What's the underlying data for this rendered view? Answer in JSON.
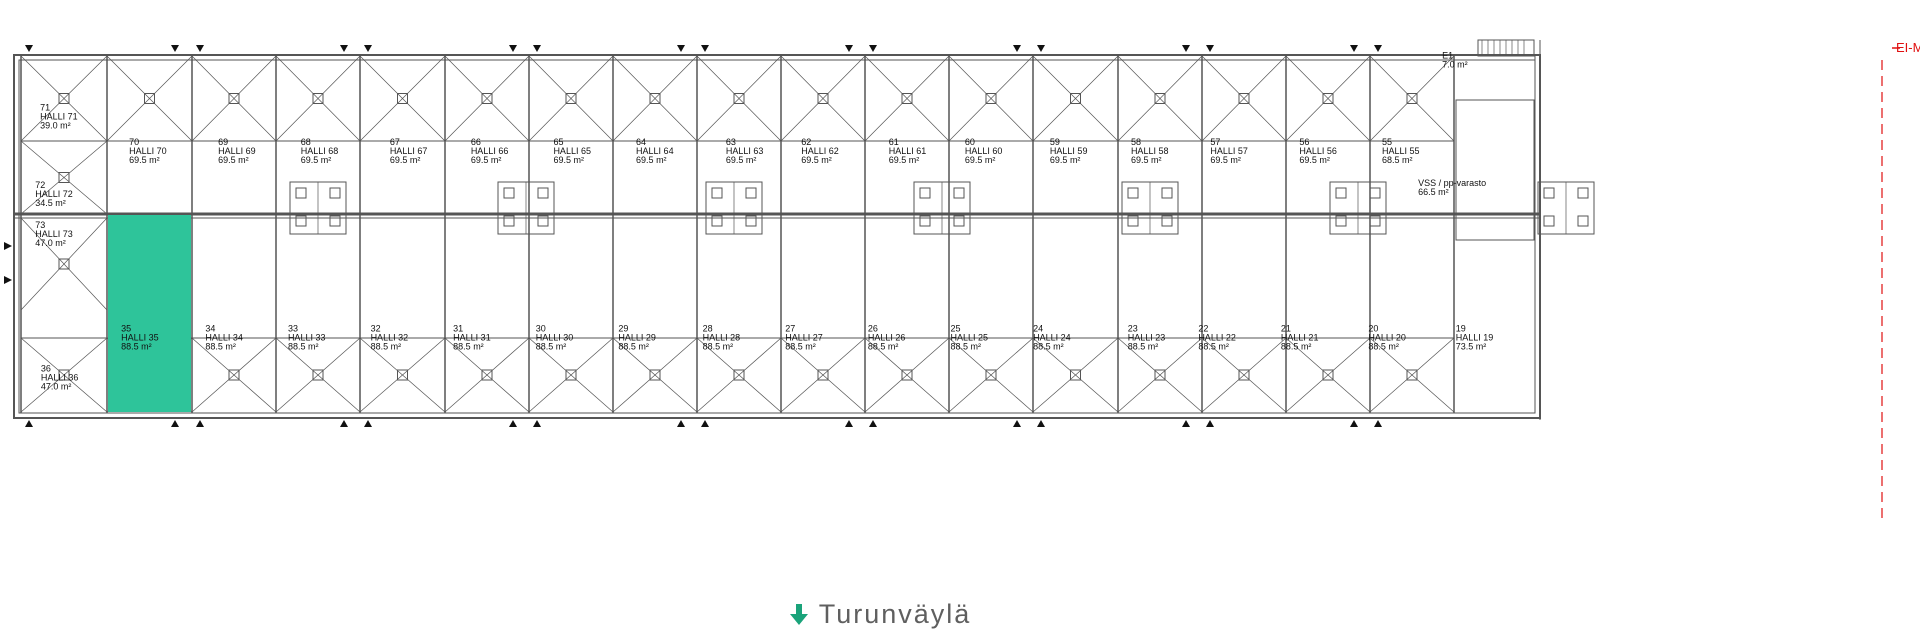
{
  "corner_label": "EI-M",
  "footer": {
    "label": "Turunväylä",
    "icon": "arrow-down-icon"
  },
  "colors": {
    "selected": "#2ec49a",
    "accent": "#1aa37a",
    "lines": "#555555",
    "marker": "#e01010"
  },
  "selected_unit": "35",
  "units_top": [
    {
      "no": "71",
      "name": "HALLI 71",
      "area": "39.0 m²"
    },
    {
      "no": "72",
      "name": "HALLI 72",
      "area": "34.5 m²"
    },
    {
      "no": "73",
      "name": "HALLI 73",
      "area": "47.0 m²"
    },
    {
      "no": "70",
      "name": "HALLI 70",
      "area": "69.5 m²"
    },
    {
      "no": "69",
      "name": "HALLI 69",
      "area": "69.5 m²"
    },
    {
      "no": "68",
      "name": "HALLI 68",
      "area": "69.5 m²"
    },
    {
      "no": "67",
      "name": "HALLI 67",
      "area": "69.5 m²"
    },
    {
      "no": "66",
      "name": "HALLI 66",
      "area": "69.5 m²"
    },
    {
      "no": "65",
      "name": "HALLI 65",
      "area": "69.5 m²"
    },
    {
      "no": "64",
      "name": "HALLI 64",
      "area": "69.5 m²"
    },
    {
      "no": "63",
      "name": "HALLI 63",
      "area": "69.5 m²"
    },
    {
      "no": "62",
      "name": "HALLI 62",
      "area": "69.5 m²"
    },
    {
      "no": "61",
      "name": "HALLI 61",
      "area": "69.5 m²"
    },
    {
      "no": "60",
      "name": "HALLI 60",
      "area": "69.5 m²"
    },
    {
      "no": "59",
      "name": "HALLI 59",
      "area": "69.5 m²"
    },
    {
      "no": "58",
      "name": "HALLI 58",
      "area": "69.5 m²"
    },
    {
      "no": "57",
      "name": "HALLI 57",
      "area": "69.5 m²"
    },
    {
      "no": "56",
      "name": "HALLI 56",
      "area": "69.5 m²"
    },
    {
      "no": "55",
      "name": "HALLI 55",
      "area": "68.5 m²"
    },
    {
      "no": "E1",
      "name": "",
      "area": "7.0 m²"
    },
    {
      "no": "",
      "name": "VSS / pp-varasto",
      "area": "66.5 m²"
    }
  ],
  "units_bottom": [
    {
      "no": "35",
      "name": "HALLI 35",
      "area": "88.5 m²"
    },
    {
      "no": "36",
      "name": "HALLI 36",
      "area": "47.0 m²"
    },
    {
      "no": "34",
      "name": "HALLI 34",
      "area": "88.5 m²"
    },
    {
      "no": "33",
      "name": "HALLI 33",
      "area": "88.5 m²"
    },
    {
      "no": "32",
      "name": "HALLI 32",
      "area": "88.5 m²"
    },
    {
      "no": "31",
      "name": "HALLI 31",
      "area": "88.5 m²"
    },
    {
      "no": "30",
      "name": "HALLI 30",
      "area": "88.5 m²"
    },
    {
      "no": "29",
      "name": "HALLI 29",
      "area": "88.5 m²"
    },
    {
      "no": "28",
      "name": "HALLI 28",
      "area": "88.5 m²"
    },
    {
      "no": "27",
      "name": "HALLI 27",
      "area": "88.5 m²"
    },
    {
      "no": "26",
      "name": "HALLI 26",
      "area": "88.5 m²"
    },
    {
      "no": "25",
      "name": "HALLI 25",
      "area": "88.5 m²"
    },
    {
      "no": "24",
      "name": "HALLI 24",
      "area": "88.5 m²"
    },
    {
      "no": "23",
      "name": "HALLI 23",
      "area": "88.5 m²"
    },
    {
      "no": "22",
      "name": "HALLI 22",
      "area": "88.5 m²"
    },
    {
      "no": "21",
      "name": "HALLI 21",
      "area": "88.5 m²"
    },
    {
      "no": "20",
      "name": "HALLI 20",
      "area": "88.5 m²"
    },
    {
      "no": "19",
      "name": "HALLI 19",
      "area": "73.5 m²"
    }
  ]
}
